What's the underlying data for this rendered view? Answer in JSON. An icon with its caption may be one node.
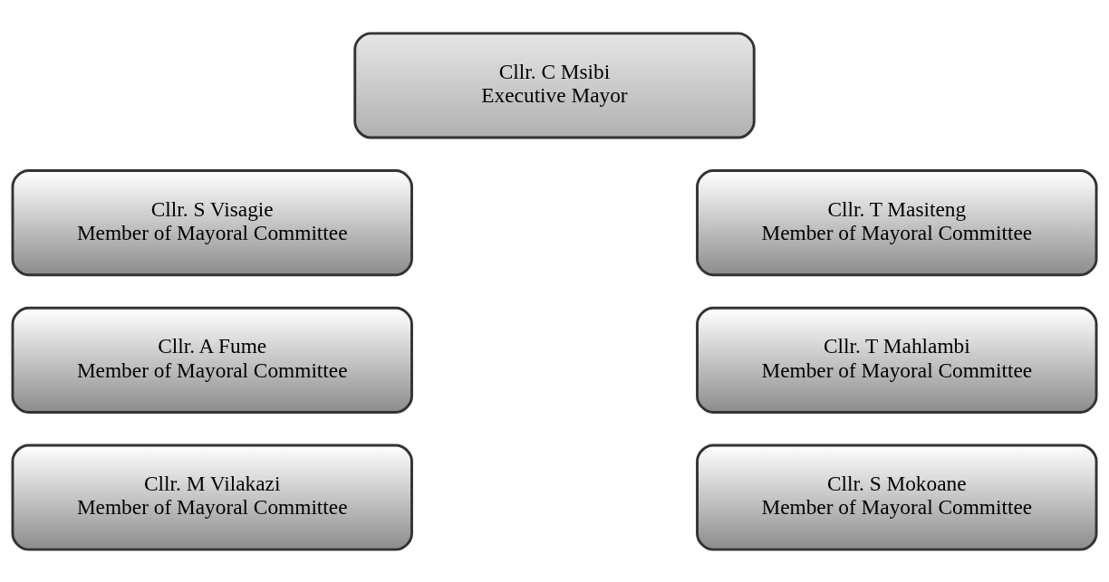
{
  "diagram": {
    "nodes": [
      {
        "text": [
          "Cllr. C Msibi",
          "Executive Mayor"
        ]
      },
      {
        "text": [
          "Cllr. S Visagie",
          "Member of Mayoral Committee"
        ]
      },
      {
        "text": [
          "Cllr. T Masiteng",
          "Member of Mayoral Committee"
        ]
      },
      {
        "text": [
          "Cllr. A Fume",
          "Member of Mayoral Committee"
        ]
      },
      {
        "text": [
          "Cllr. T Mahlambi",
          "Member of Mayoral Committee"
        ]
      },
      {
        "text": [
          "Cllr. M Vilakazi",
          "Member of Mayoral Committee"
        ]
      },
      {
        "text": [
          "Cllr. S Mokoane",
          "Member of Mayoral Committee"
        ]
      }
    ]
  }
}
